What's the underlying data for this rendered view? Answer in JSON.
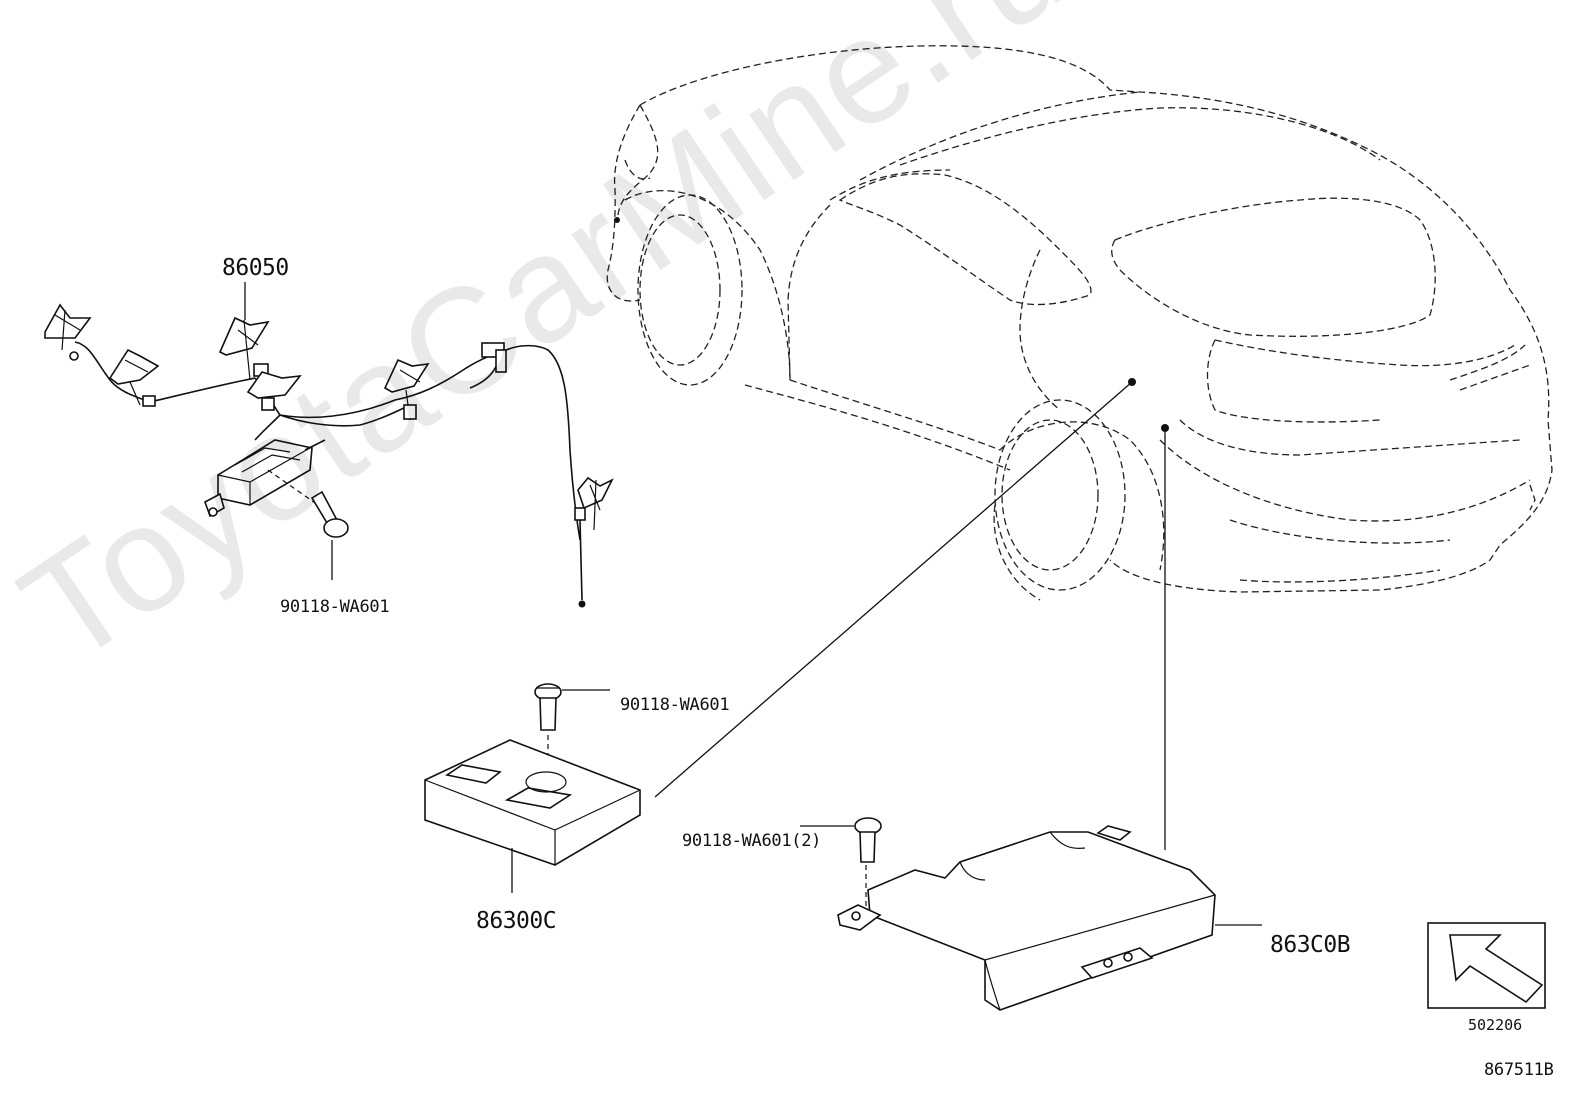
{
  "labels": {
    "p86050": "86050",
    "p90118_left": "90118-WA601",
    "p90118_mid": "90118-WA601",
    "p90118_x2": "90118-WA601(2)",
    "p86300c": "86300C",
    "p863c0b": "863C0B",
    "ref_code": "502206",
    "diagram_code": "867511B"
  },
  "watermark": "ToyotaCarMine.ru",
  "icons": {
    "front_direction": "front-arrow-icon"
  },
  "colors": {
    "line": "#111111",
    "background": "#ffffff"
  }
}
